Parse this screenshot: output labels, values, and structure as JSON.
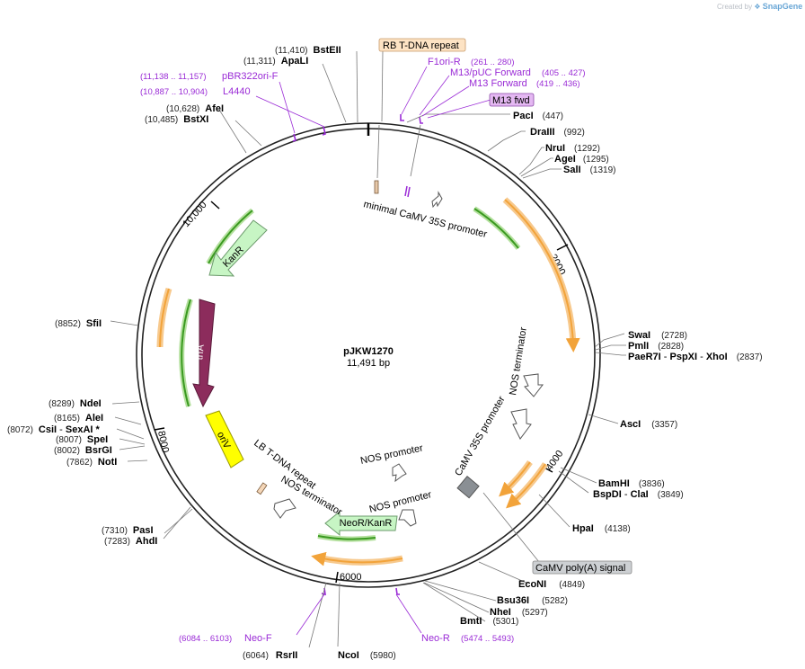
{
  "watermark": {
    "prefix": "Created by",
    "brand": "SnapGene"
  },
  "plasmid": {
    "name": "pJKW1270",
    "size": "11,491 bp"
  },
  "ruler": [
    "2000",
    "4000",
    "6000",
    "8000",
    "10,000"
  ],
  "sites": {
    "pacI": {
      "pos": "(447)",
      "name": "PacI"
    },
    "draIII": {
      "pos": "(992)",
      "name": "DraIII"
    },
    "nruI": {
      "pos": "(1292)",
      "name": "NruI"
    },
    "ageI": {
      "pos": "(1295)",
      "name": "AgeI"
    },
    "salI": {
      "pos": "(1319)",
      "name": "SalI"
    },
    "swaI": {
      "pos": "(2728)",
      "name": "SwaI"
    },
    "pmlI": {
      "pos": "(2828)",
      "name": "PmlI"
    },
    "paeR7I": {
      "name": "PaeR7I",
      "sep1": " - ",
      "n2": "PspXI",
      "sep2": " - ",
      "n3": "XhoI",
      "pos": "(2837)"
    },
    "ascI": {
      "pos": "(3357)",
      "name": "AscI"
    },
    "bamHI": {
      "pos": "(3836)",
      "name": "BamHI"
    },
    "bspDI": {
      "name": "BspDI",
      "sep": " - ",
      "n2": "ClaI",
      "pos": "(3849)"
    },
    "hpaI": {
      "pos": "(4138)",
      "name": "HpaI"
    },
    "ecoNI": {
      "pos": "(4849)",
      "name": "EcoNI"
    },
    "bsu36I": {
      "pos": "(5282)",
      "name": "Bsu36I"
    },
    "nheI": {
      "pos": "(5297)",
      "name": "NheI"
    },
    "bmtI": {
      "pos": "(5301)",
      "name": "BmtI"
    },
    "ncoI": {
      "pos": "(5980)",
      "name": "NcoI"
    },
    "rsrII": {
      "pos": "(6064)",
      "name": "RsrII"
    },
    "ahdI": {
      "pos": "(7283)",
      "name": "AhdI"
    },
    "pasI": {
      "pos": "(7310)",
      "name": "PasI"
    },
    "notI": {
      "pos": "(7862)",
      "name": "NotI"
    },
    "bsrGI": {
      "pos": "(8002)",
      "name": "BsrGI"
    },
    "speI": {
      "pos": "(8007)",
      "name": "SpeI"
    },
    "csiI": {
      "pos": "(8072)",
      "name": "CsiI",
      "sep": " - ",
      "n2": "SexAI",
      "star": " *"
    },
    "aleI": {
      "pos": "(8165)",
      "name": "AleI"
    },
    "ndeI": {
      "pos": "(8289)",
      "name": "NdeI"
    },
    "sfiI": {
      "pos": "(8852)",
      "name": "SfiI"
    },
    "bstXI": {
      "pos": "(10,485)",
      "name": "BstXI"
    },
    "afeI": {
      "pos": "(10,628)",
      "name": "AfeI"
    },
    "apaLI": {
      "pos": "(11,311)",
      "name": "ApaLI"
    },
    "bstEII": {
      "pos": "(11,410)",
      "name": "BstEII"
    }
  },
  "primers": {
    "f1ori_r": {
      "name": "F1ori-R",
      "range": "(261 .. 280)"
    },
    "m13_puc": {
      "name": "M13/pUC Forward",
      "range": "(405 .. 427)"
    },
    "m13_fwd": {
      "name": "M13 Forward",
      "range": "(419 .. 436)"
    },
    "pbr322": {
      "name": "pBR322ori-F",
      "range": "(11,138 .. 11,157)"
    },
    "l4440": {
      "name": "L4440",
      "range": "(10,887 .. 10,904)"
    },
    "neo_f": {
      "name": "Neo-F",
      "range": "(6084 .. 6103)"
    },
    "neo_r": {
      "name": "Neo-R",
      "range": "(5474 .. 5493)"
    }
  },
  "boxed": {
    "rb": "RB T-DNA repeat",
    "m13fwd": "M13 fwd",
    "camv_polya": "CaMV poly(A) signal"
  },
  "features": {
    "minimal_camv": "minimal CaMV 35S promoter",
    "nos_term_1": "NOS terminator",
    "camv35s": "CaMV 35S promoter",
    "nos_promoter_1": "NOS promoter",
    "nos_promoter_2": "NOS promoter",
    "lb_repeat": "LB T-DNA repeat",
    "nos_term_2": "NOS terminator",
    "kanr": "KanR",
    "trfa": "trfA",
    "oriv": "oriV",
    "neor": "NeoR/KanR"
  },
  "colors": {
    "orf_orange": "#f2a33a",
    "orf_green": "#5fb33b",
    "kanr_fill": "#c7f5c4",
    "trfa_fill": "#8c2c5c",
    "oriv_fill": "#ffff00",
    "primer_purple": "#9a2bd6",
    "polya_grey": "#999999",
    "rb_fill": "#fde3c4",
    "m13_fill": "#e4b8f2"
  }
}
